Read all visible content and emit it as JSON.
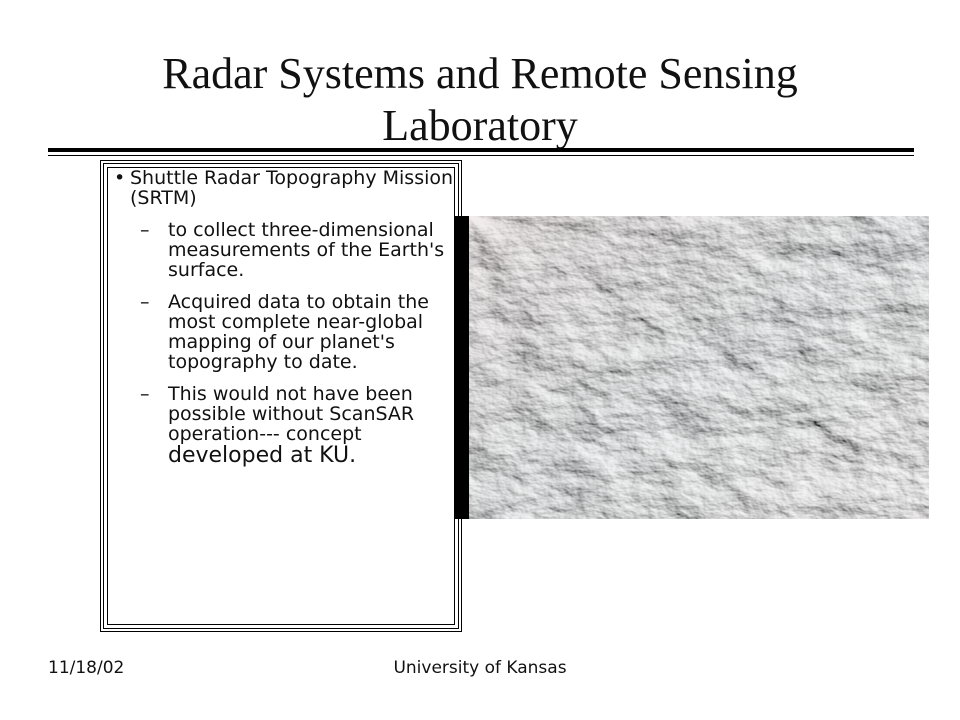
{
  "slide": {
    "title": "Radar Systems and Remote Sensing Laboratory",
    "bullet": {
      "marker": "•",
      "text": "Shuttle Radar Topography Mission (SRTM)"
    },
    "sub_marker": "–",
    "sub_bullets": [
      "to collect three-dimensional measurements of the Earth's surface.",
      "Acquired data to obtain the most complete near-global mapping of our planet's topography to date."
    ],
    "last_sub_bullet": {
      "small": "This would not have been possible without ScanSAR operation--- concept ",
      "large": "developed at KU."
    },
    "image": {
      "icon": "srtm-topography-image",
      "tint_colors": [
        "#c9b2b4",
        "#9aa3a6",
        "#e9e3e3"
      ]
    },
    "footer": {
      "date": "11/18/02",
      "organization": "University of Kansas"
    }
  }
}
